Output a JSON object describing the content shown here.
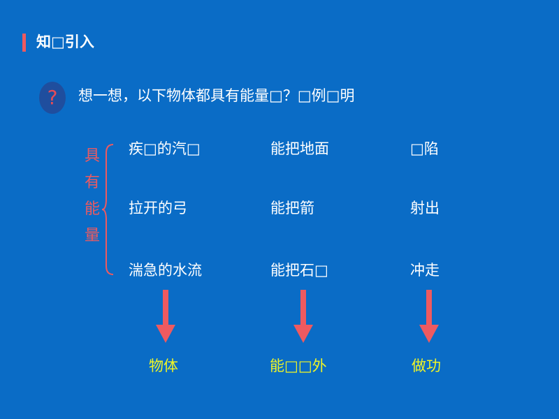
{
  "title": "知□引入",
  "question_mark": "?",
  "question": "想一想，以下物体都具有能量□？□例□明",
  "side_label": [
    "具",
    "有",
    "能",
    "量"
  ],
  "rows": [
    [
      "疾□的汽□",
      "能把地面",
      "□陷"
    ],
    [
      "拉开的弓",
      "能把箭",
      "射出"
    ],
    [
      "湍急的水流",
      "能把石□",
      "冲走"
    ]
  ],
  "results": [
    "物体",
    "能□□外",
    "做功"
  ],
  "colors": {
    "background": "#0A6CC6",
    "accent_red": "#EE5A60",
    "result_yellow": "#F0F526",
    "badge_blue": "#1F4E9E"
  }
}
